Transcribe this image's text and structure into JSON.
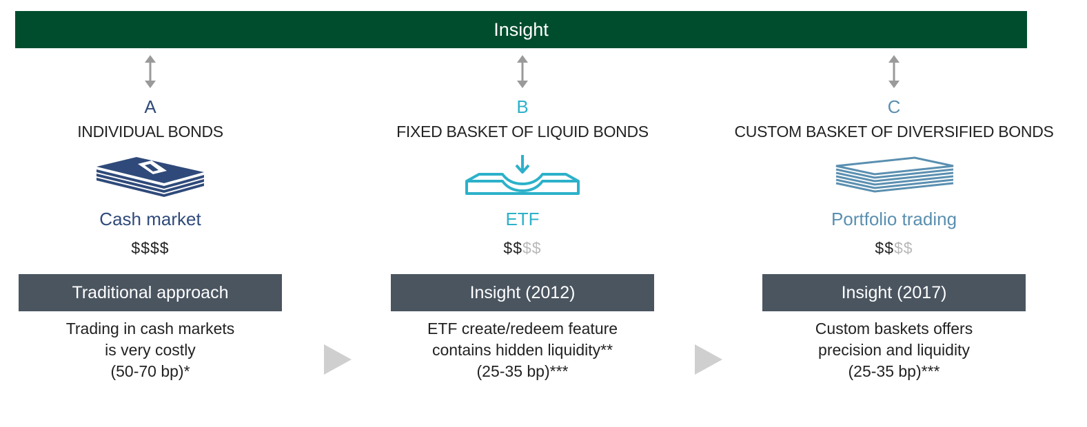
{
  "header": {
    "title": "Insight"
  },
  "columns": [
    {
      "letter": "A",
      "title": "INDIVIDUAL BONDS",
      "label": "Cash market",
      "cost_solid": "$$$$",
      "cost_faded": "",
      "box": "Traditional approach",
      "desc": [
        "Trading in cash markets",
        "is very costly",
        "(50-70 bp)*"
      ]
    },
    {
      "letter": "B",
      "title": "FIXED BASKET OF LIQUID BONDS",
      "label": "ETF",
      "cost_solid": "$$",
      "cost_faded": "$$",
      "box": "Insight (2012)",
      "desc": [
        "ETF create/redeem feature",
        "contains hidden liquidity**",
        "(25-35 bp)***"
      ]
    },
    {
      "letter": "C",
      "title": "CUSTOM BASKET OF DIVERSIFIED BONDS",
      "label": "Portfolio trading",
      "cost_solid": "$$",
      "cost_faded": "$$",
      "box": "Insight (2017)",
      "desc": [
        "Custom baskets offers",
        "precision and liquidity",
        "(25-35 bp)***"
      ]
    }
  ],
  "colors": {
    "banner": "#004d2e",
    "box": "#4a5560",
    "column_a": "#2f4a7a",
    "column_b": "#2cb1c9",
    "column_c": "#5a8fb0",
    "arrow": "#9a9a9a",
    "faded": "#b8b8b8"
  },
  "icons": [
    "double-arrow-icon",
    "banknote-stack-icon",
    "inbox-tray-icon",
    "paper-stack-icon",
    "play-arrow-icon"
  ]
}
